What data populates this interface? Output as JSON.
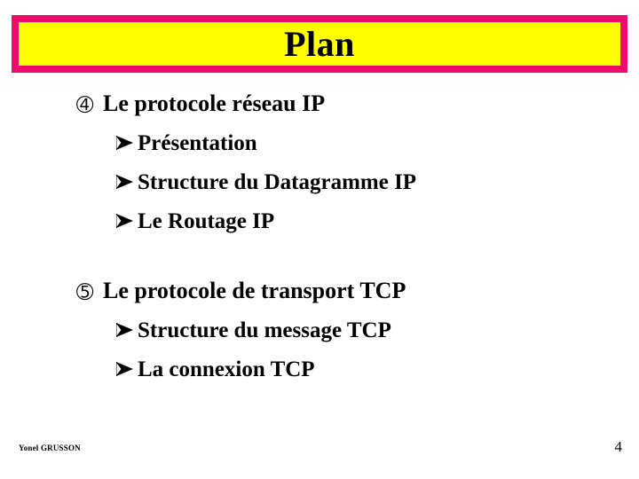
{
  "slide": {
    "title": "Plan",
    "title_fill_color": "#ffff00",
    "title_border_color": "#ed0b6b",
    "background_color": "#ffffff",
    "text_color": "#000000"
  },
  "groups": [
    {
      "bullet_glyph": "➃",
      "bullet_icon": "filled-circle-number-3",
      "heading": "Le protocole réseau IP",
      "items": [
        {
          "bullet_icon": "arrowhead-right",
          "label": "Présentation"
        },
        {
          "bullet_icon": "arrowhead-right",
          "label": "Structure du Datagramme IP"
        },
        {
          "bullet_icon": "arrowhead-right",
          "label": "Le Routage IP"
        }
      ]
    },
    {
      "bullet_glyph": "➄",
      "bullet_icon": "filled-circle-number-4",
      "heading": "Le protocole de transport TCP",
      "items": [
        {
          "bullet_icon": "arrowhead-right",
          "label": "Structure du message TCP"
        },
        {
          "bullet_icon": "arrowhead-right",
          "label": "La connexion TCP"
        }
      ]
    }
  ],
  "footer": {
    "author": "Yonel GRUSSON",
    "page_number": "4"
  }
}
